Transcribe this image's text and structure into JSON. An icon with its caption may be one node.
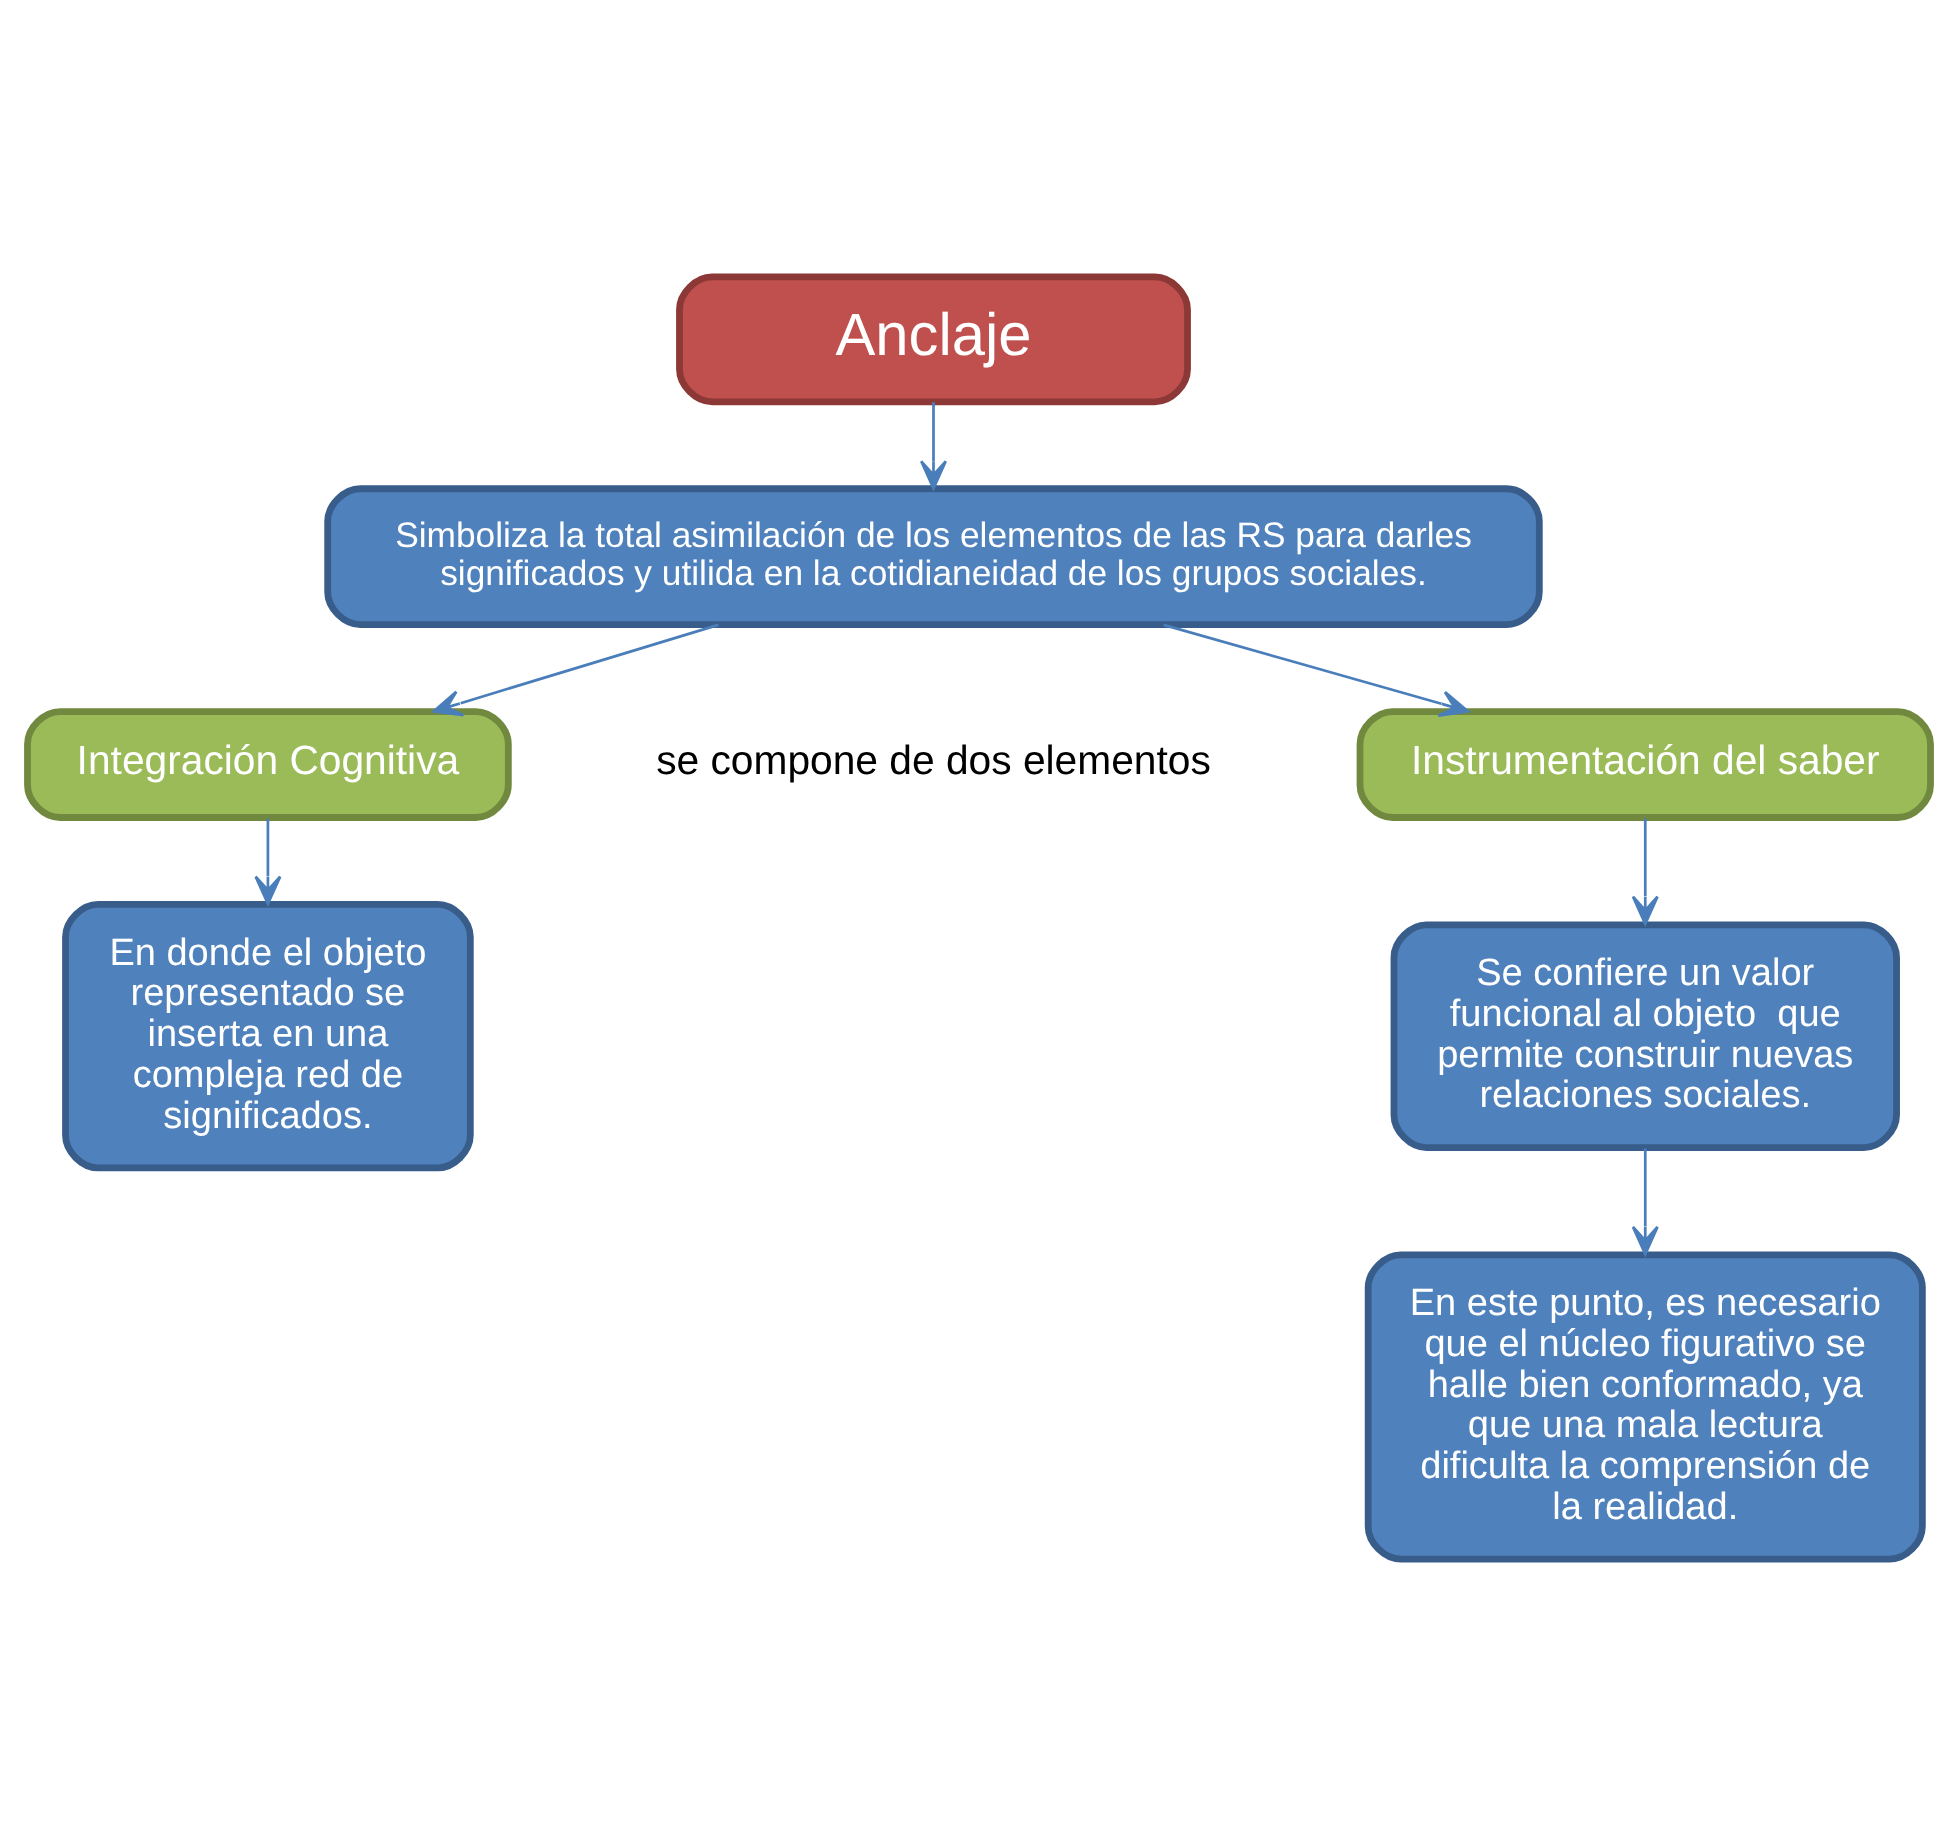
{
  "diagram": {
    "nodes": [
      {
        "text": [
          "Anclaje"
        ]
      },
      {
        "text": [
          "Simboliza la total asimilación de los elementos de las RS para darles significados y utilida en la cotidianeidad de los grupos sociales."
        ]
      },
      {
        "text": [
          "Integración Cognitiva"
        ]
      },
      {
        "text": [
          "Instrumentación del saber"
        ]
      },
      {
        "text": [
          "En donde el objeto representado se inserta en una compleja red de significados."
        ]
      },
      {
        "text": [
          "Se confiere un valor funcional al objeto  que permite construir nuevas relaciones sociales."
        ]
      },
      {
        "text": [
          "En este punto, es necesario que el núcleo figurativo se halle bien conformado, ya que una mala lectura dificulta la comprensión de la realidad."
        ]
      }
    ],
    "edges": [
      {
        "from": 0,
        "to": 1,
        "arrow": "to"
      },
      {
        "from": 1,
        "to": 2,
        "arrow": "to"
      },
      {
        "from": 1,
        "to": 3,
        "arrow": "to"
      },
      {
        "from": 2,
        "to": 4,
        "arrow": "to"
      },
      {
        "from": 3,
        "to": 5,
        "arrow": "to"
      },
      {
        "from": 5,
        "to": 6,
        "arrow": "to"
      }
    ],
    "labels": [
      "se compone de dos elementos"
    ]
  }
}
